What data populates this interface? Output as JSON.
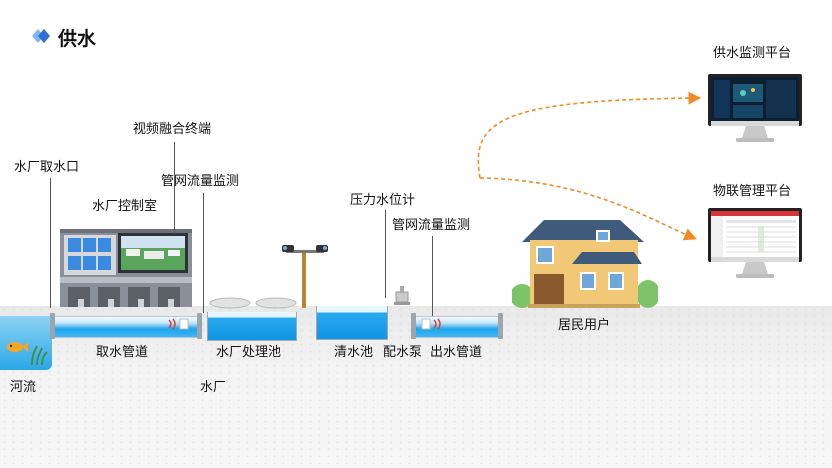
{
  "header": {
    "title": "供水"
  },
  "labels": {
    "intake": "水厂取水口",
    "video_terminal": "视频融合终端",
    "flow_monitor_1": "管网流量监测",
    "control_room": "水厂控制室",
    "pressure_gauge": "压力水位计",
    "flow_monitor_2": "管网流量监测",
    "intake_pipe": "取水管道",
    "treatment_pool": "水厂处理池",
    "clear_pool": "清水池",
    "pump": "配水泵",
    "outlet_pipe": "出水管道",
    "residents": "居民用户",
    "river": "河流",
    "plant": "水厂",
    "platform_monitor": "供水监测平台",
    "platform_iot": "物联管理平台"
  },
  "colors": {
    "accent_arrow": "#f08a24",
    "water": "#1ea4ec",
    "diamond_dark": "#2f6fd6",
    "diamond_light": "#7fb4f0"
  }
}
